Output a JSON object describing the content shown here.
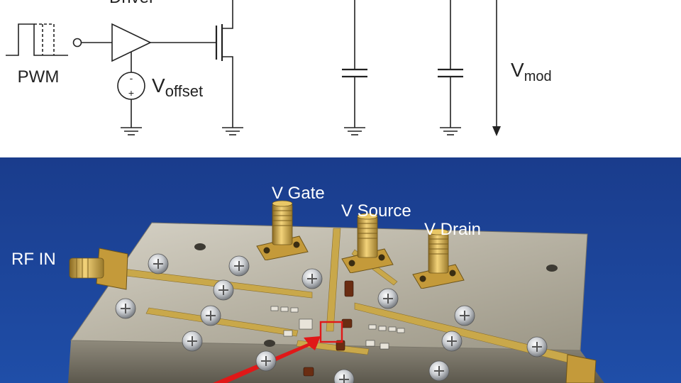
{
  "schematic": {
    "driver_label": "Driver",
    "pwm_label": "PWM",
    "offset_source": {
      "main": "V",
      "sub": "offset",
      "minus": "-",
      "plus": "+"
    },
    "mod_voltage": {
      "main": "V",
      "sub": "mod"
    }
  },
  "photo": {
    "labels": {
      "v_gate": "V Gate",
      "v_source": "V Source",
      "v_drain": "V Drain",
      "rf_in": "RF IN"
    },
    "colors": {
      "sky": "#1b3f8f",
      "board": "#b9b4a6",
      "trace": "#c9a84a",
      "pointer": "#e01818"
    }
  }
}
